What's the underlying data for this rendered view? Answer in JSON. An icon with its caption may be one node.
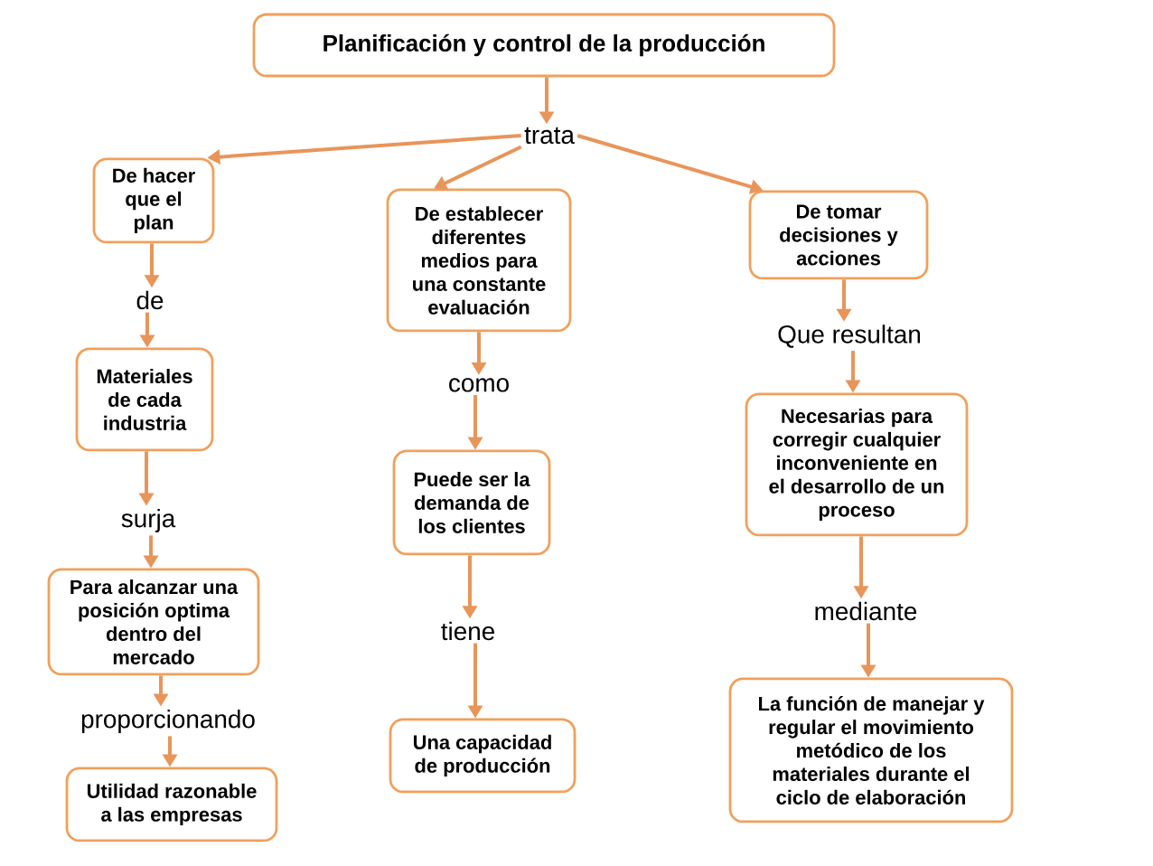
{
  "diagram": {
    "nodes": [
      {
        "text": [
          "Planificación y control de la producción"
        ]
      },
      {
        "text": [
          "trata"
        ]
      },
      {
        "text": [
          "De hacer que el plan"
        ]
      },
      {
        "text": [
          "De establecer diferentes medios para una constante evaluación"
        ]
      },
      {
        "text": [
          "De tomar decisiones y acciones"
        ]
      },
      {
        "text": [
          "de"
        ]
      },
      {
        "text": [
          "como"
        ]
      },
      {
        "text": [
          "Que resultan"
        ]
      },
      {
        "text": [
          "Materiales de cada industria"
        ]
      },
      {
        "text": [
          "Necesarias para corregir cualquier inconveniente en el desarrollo de un proceso"
        ]
      },
      {
        "text": [
          "Puede ser la demanda de los clientes"
        ]
      },
      {
        "text": [
          "surja"
        ]
      },
      {
        "text": [
          "Para alcanzar una posición optima dentro del mercado"
        ]
      },
      {
        "text": [
          "tiene"
        ]
      },
      {
        "text": [
          "mediante"
        ]
      },
      {
        "text": [
          "proporcionando"
        ]
      },
      {
        "text": [
          "La función de manejar y regular el movimiento metódico de los materiales durante el ciclo de elaboración"
        ]
      },
      {
        "text": [
          "Una capacidad de producción"
        ]
      },
      {
        "text": [
          "Utilidad razonable a las empresas"
        ]
      }
    ],
    "edges": [
      {
        "from": 0,
        "to": 1,
        "arrow": "to"
      },
      {
        "from": 1,
        "to": 2,
        "arrow": "to"
      },
      {
        "from": 1,
        "to": 3,
        "arrow": "to"
      },
      {
        "from": 1,
        "to": 4,
        "arrow": "to"
      },
      {
        "from": 2,
        "to": 5,
        "arrow": "to"
      },
      {
        "from": 3,
        "to": 6,
        "arrow": "to"
      },
      {
        "from": 4,
        "to": 7,
        "arrow": "to"
      },
      {
        "from": 5,
        "to": 8,
        "arrow": "to"
      },
      {
        "from": 7,
        "to": 9,
        "arrow": "to"
      },
      {
        "from": 6,
        "to": 10,
        "arrow": "to"
      },
      {
        "from": 8,
        "to": 11,
        "arrow": "to"
      },
      {
        "from": 11,
        "to": 12,
        "arrow": "to"
      },
      {
        "from": 10,
        "to": 13,
        "arrow": "to"
      },
      {
        "from": 9,
        "to": 14,
        "arrow": "to"
      },
      {
        "from": 12,
        "to": 15,
        "arrow": "to"
      },
      {
        "from": 14,
        "to": 16,
        "arrow": "to"
      },
      {
        "from": 13,
        "to": 17,
        "arrow": "to"
      },
      {
        "from": 15,
        "to": 18,
        "arrow": "to"
      }
    ]
  }
}
